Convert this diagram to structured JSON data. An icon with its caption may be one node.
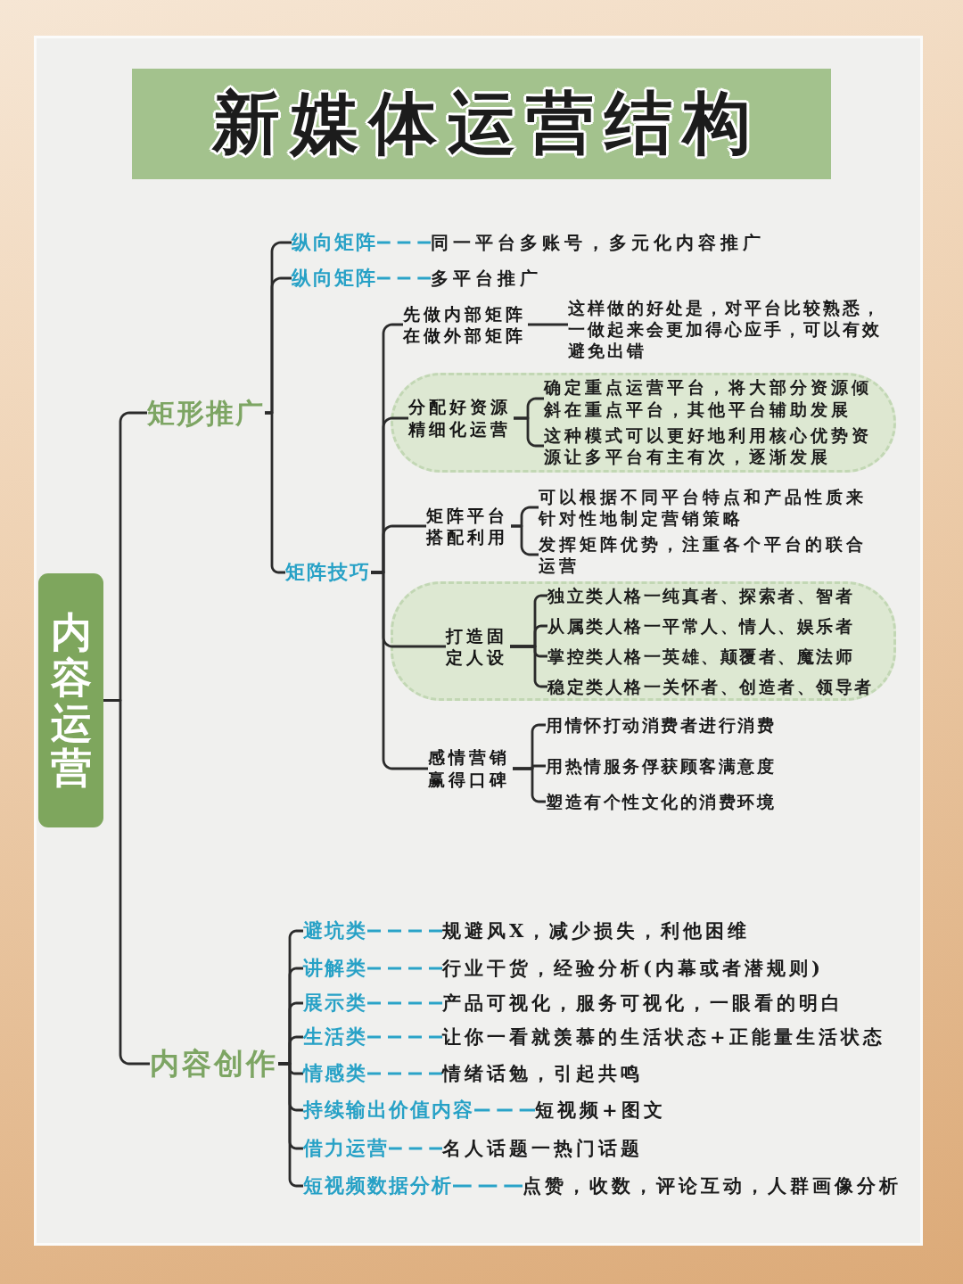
{
  "diagram": {
    "title": "新媒体运营结构",
    "nodes": [
      {
        "text": [
          "内容运营"
        ]
      },
      {
        "text": [
          "矩形推广"
        ]
      },
      {
        "text": [
          "纵向矩阵"
        ]
      },
      {
        "text": [
          "同一平台多账号，多元化内容推广"
        ]
      },
      {
        "text": [
          "纵向矩阵"
        ]
      },
      {
        "text": [
          "多平台推广"
        ]
      },
      {
        "text": [
          "矩阵技巧"
        ]
      },
      {
        "text": [
          "先做内部矩阵在做外部矩阵"
        ]
      },
      {
        "text": [
          "这样做的好处是，对平台比较熟悉，一做起来会更加得心应手，可以有效避免出错"
        ]
      },
      {
        "text": [],
        "shape": "box"
      },
      {
        "text": [
          "分配好资源精细化运营"
        ],
        "in": 9
      },
      {
        "text": [
          "确定重点运营平台，将大部分资源倾斜在重点平台，其他平台辅助发展"
        ],
        "in": 9
      },
      {
        "text": [
          "这种模式可以更好地利用核心优势资源让多平台有主有次，逐渐发展"
        ],
        "in": 9
      },
      {
        "text": [
          "矩阵平台搭配利用"
        ]
      },
      {
        "text": [
          "可以根据不同平台特点和产品性质来针对性地制定营销策略"
        ]
      },
      {
        "text": [
          "发挥矩阵优势，注重各个平台的联合运营"
        ]
      },
      {
        "text": [],
        "shape": "box"
      },
      {
        "text": [
          "打造固定人设"
        ],
        "in": 16
      },
      {
        "text": [
          "独立类人格一纯真者、探索者、智者"
        ],
        "in": 16
      },
      {
        "text": [
          "从属类人格一平常人、情人、娱乐者"
        ],
        "in": 16
      },
      {
        "text": [
          "掌控类人格一英雄、颠覆者、魔法师"
        ],
        "in": 16
      },
      {
        "text": [
          "稳定类人格一关怀者、创造者、领导者"
        ],
        "in": 16
      },
      {
        "text": [
          "感情营销赢得口碑"
        ]
      },
      {
        "text": [
          "用情怀打动消费者进行消费"
        ]
      },
      {
        "text": [
          "用热情服务俘获顾客满意度"
        ]
      },
      {
        "text": [
          "塑造有个性文化的消费环境"
        ]
      },
      {
        "text": [
          "内容创作"
        ]
      },
      {
        "text": [
          "避坑类"
        ]
      },
      {
        "text": [
          "规避风X，减少损失，利他困维"
        ]
      },
      {
        "text": [
          "讲解类"
        ]
      },
      {
        "text": [
          "行业干货，经验分析(内幕或者潜规则)"
        ]
      },
      {
        "text": [
          "展示类"
        ]
      },
      {
        "text": [
          "产品可视化，服务可视化，一眼看的明白"
        ]
      },
      {
        "text": [
          "生活类"
        ]
      },
      {
        "text": [
          "让你一看就羡慕的生活状态+正能量生活状态"
        ]
      },
      {
        "text": [
          "情感类"
        ]
      },
      {
        "text": [
          "情绪话勉，引起共鸣"
        ]
      },
      {
        "text": [
          "持续输出价值内容"
        ]
      },
      {
        "text": [
          "短视频+图文"
        ]
      },
      {
        "text": [
          "借力运营"
        ]
      },
      {
        "text": [
          "名人话题一热门话题"
        ]
      },
      {
        "text": [
          "短视频数据分析"
        ]
      },
      {
        "text": [
          "点赞，收数，评论互动，人群画像分析"
        ]
      }
    ],
    "edges": [
      {
        "from": 0,
        "to": 1,
        "arrow": "none"
      },
      {
        "from": 0,
        "to": 26,
        "arrow": "none"
      },
      {
        "from": 1,
        "to": 2,
        "arrow": "none"
      },
      {
        "from": 1,
        "to": 4,
        "arrow": "none"
      },
      {
        "from": 1,
        "to": 6,
        "arrow": "none"
      },
      {
        "from": 2,
        "to": 3,
        "arrow": "none",
        "style": "dashed",
        "color": "#2aa3c8"
      },
      {
        "from": 4,
        "to": 5,
        "arrow": "none",
        "style": "dashed",
        "color": "#2aa3c8"
      },
      {
        "from": 6,
        "to": 7,
        "arrow": "none"
      },
      {
        "from": 7,
        "to": 8,
        "arrow": "none"
      },
      {
        "from": 6,
        "to": 10,
        "arrow": "none"
      },
      {
        "from": 10,
        "to": 11,
        "arrow": "none"
      },
      {
        "from": 10,
        "to": 12,
        "arrow": "none"
      },
      {
        "from": 6,
        "to": 13,
        "arrow": "none"
      },
      {
        "from": 13,
        "to": 14,
        "arrow": "none"
      },
      {
        "from": 13,
        "to": 15,
        "arrow": "none"
      },
      {
        "from": 6,
        "to": 17,
        "arrow": "none"
      },
      {
        "from": 17,
        "to": 18,
        "arrow": "none"
      },
      {
        "from": 17,
        "to": 19,
        "arrow": "none"
      },
      {
        "from": 17,
        "to": 20,
        "arrow": "none"
      },
      {
        "from": 17,
        "to": 21,
        "arrow": "none"
      },
      {
        "from": 6,
        "to": 22,
        "arrow": "none"
      },
      {
        "from": 22,
        "to": 23,
        "arrow": "none"
      },
      {
        "from": 22,
        "to": 24,
        "arrow": "none"
      },
      {
        "from": 22,
        "to": 25,
        "arrow": "none"
      },
      {
        "from": 26,
        "to": 27,
        "arrow": "none"
      },
      {
        "from": 26,
        "to": 29,
        "arrow": "none"
      },
      {
        "from": 26,
        "to": 31,
        "arrow": "none"
      },
      {
        "from": 26,
        "to": 33,
        "arrow": "none"
      },
      {
        "from": 26,
        "to": 35,
        "arrow": "none"
      },
      {
        "from": 26,
        "to": 37,
        "arrow": "none"
      },
      {
        "from": 26,
        "to": 39,
        "arrow": "none"
      },
      {
        "from": 26,
        "to": 41,
        "arrow": "none"
      },
      {
        "from": 27,
        "to": 28,
        "arrow": "none",
        "style": "dashed",
        "color": "#2aa3c8"
      },
      {
        "from": 29,
        "to": 30,
        "arrow": "none",
        "style": "dashed",
        "color": "#2aa3c8"
      },
      {
        "from": 31,
        "to": 32,
        "arrow": "none",
        "style": "dashed",
        "color": "#2aa3c8"
      },
      {
        "from": 33,
        "to": 34,
        "arrow": "none",
        "style": "dashed",
        "color": "#2aa3c8"
      },
      {
        "from": 35,
        "to": 36,
        "arrow": "none",
        "style": "dashed",
        "color": "#2aa3c8"
      },
      {
        "from": 37,
        "to": 38,
        "arrow": "none",
        "style": "dashed",
        "color": "#2aa3c8"
      },
      {
        "from": 39,
        "to": 40,
        "arrow": "none",
        "style": "dashed",
        "color": "#2aa3c8"
      },
      {
        "from": 41,
        "to": 42,
        "arrow": "none",
        "style": "dashed",
        "color": "#2aa3c8"
      }
    ]
  }
}
